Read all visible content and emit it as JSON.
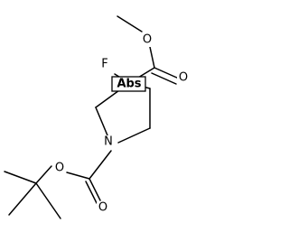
{
  "molecule": {
    "atoms": {
      "methyl_ester_O": "O",
      "carbonyl_ester_O": "O",
      "fluorine": "F",
      "ring_N": "N",
      "carbamate_O": "O",
      "carbamate_carbonyl_O": "O"
    },
    "stereo_label": "Abs",
    "colors": {
      "bond": "#000000",
      "text": "#000000",
      "background": "#ffffff"
    }
  }
}
